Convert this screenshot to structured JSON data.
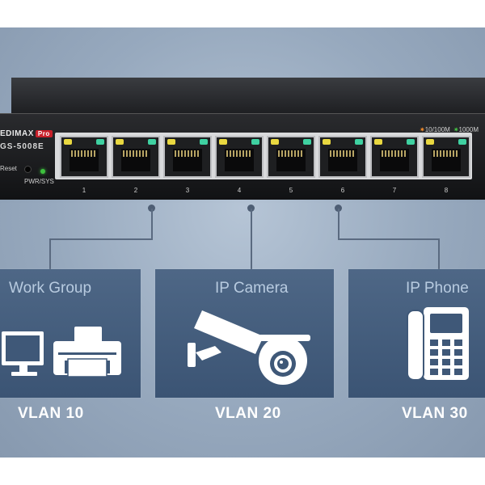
{
  "switch": {
    "brand": "EDIMAX",
    "brand_badge": "Pro",
    "model": "GS-5008E",
    "reset_label": "Reset",
    "power_label": "PWR/SYS",
    "legend_speed_low": "10/100M",
    "legend_speed_high": "1000M",
    "port_numbers": [
      "1",
      "2",
      "3",
      "4",
      "5",
      "6",
      "7",
      "8"
    ]
  },
  "groups": [
    {
      "title": "Work Group",
      "vlan": "VLAN 10",
      "icon": "computer-and-printer-icon"
    },
    {
      "title": "IP Camera",
      "vlan": "VLAN 20",
      "icon": "security-camera-icon"
    },
    {
      "title": "IP Phone",
      "vlan": "VLAN 30",
      "icon": "desk-phone-icon"
    }
  ],
  "colors": {
    "background": "#8ea0b6",
    "box": "#4a6383",
    "box_title": "#b8cbe0",
    "vlan_text": "#ffffff",
    "led_amber": "#e9d840",
    "led_green": "#3fd1a1"
  }
}
